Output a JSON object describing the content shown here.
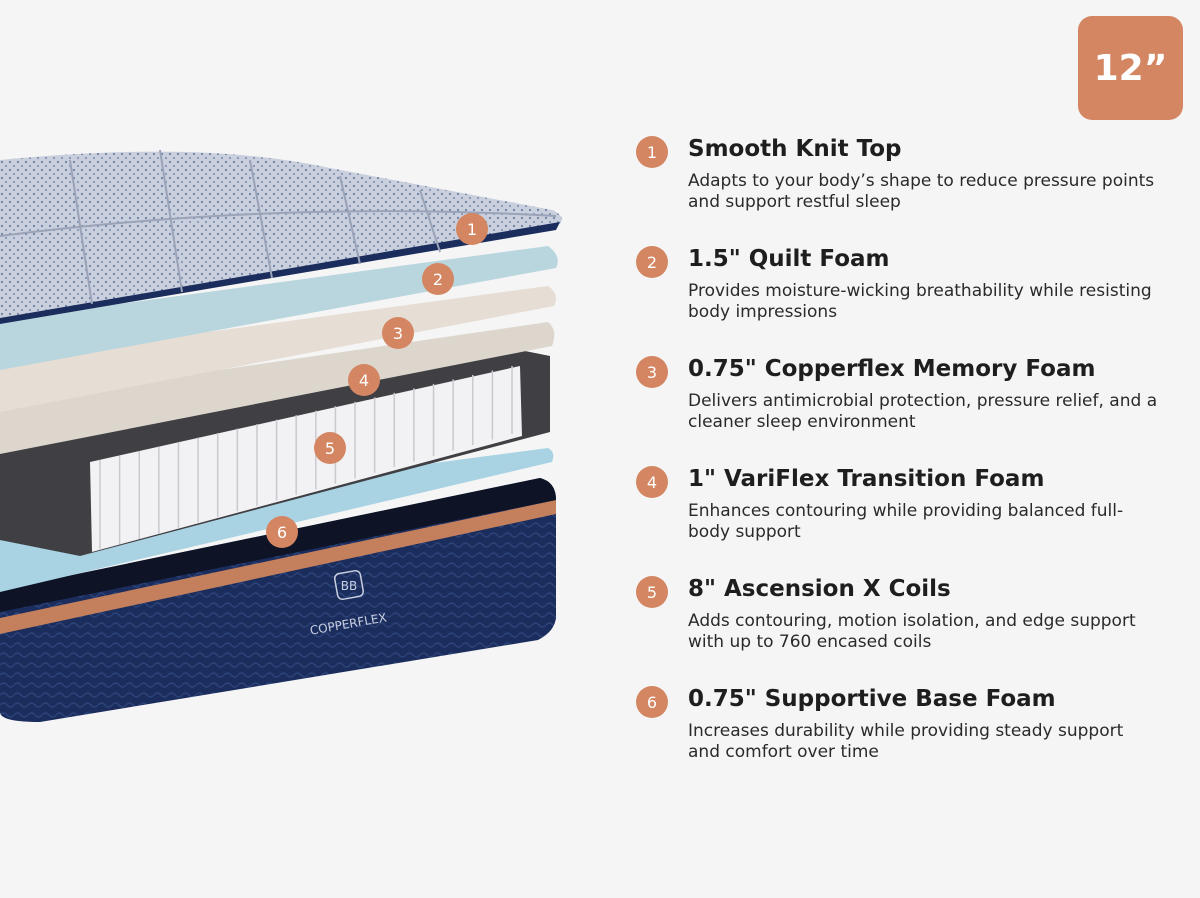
{
  "size_badge": "12”",
  "brand_mark": {
    "monogram": "BB",
    "wordmark": "COPPERFLEX"
  },
  "colors": {
    "accent": "#d48662",
    "background": "#f5f5f5",
    "base_navy": "#1b2d5c",
    "copper_band": "#c47f5c",
    "foam_blue": "#a9d3e3",
    "foam_beige": "#e6ddd4"
  },
  "layers": [
    {
      "number": "1",
      "title": "Smooth Knit Top",
      "description": "Adapts to your body’s shape to reduce pressure points and support restful sleep"
    },
    {
      "number": "2",
      "title": "1.5\" Quilt Foam",
      "description": "Provides moisture-wicking breathability while resisting body impressions"
    },
    {
      "number": "3",
      "title": "0.75\" Copperflex Memory Foam",
      "description": "Delivers antimicrobial protection, pressure relief, and a cleaner sleep environment"
    },
    {
      "number": "4",
      "title": "1\" VariFlex Transition Foam",
      "description": "Enhances contouring while providing balanced full-body support"
    },
    {
      "number": "5",
      "title": "8\" Ascension X Coils",
      "description": "Adds contouring, motion isolation, and edge support with up to 760 encased coils"
    },
    {
      "number": "6",
      "title": "0.75\" Supportive Base Foam",
      "description": "Increases durability while providing steady support and comfort over time"
    }
  ]
}
